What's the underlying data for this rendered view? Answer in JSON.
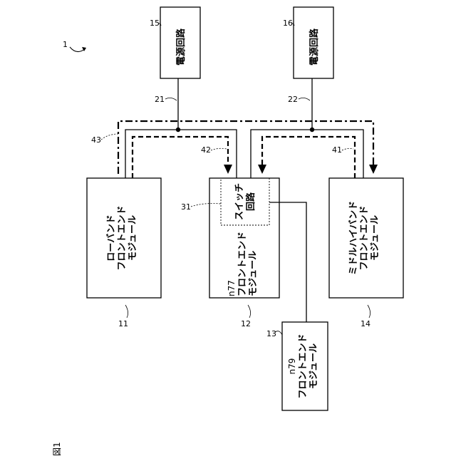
{
  "figure_label": "図1",
  "system_ref": "1",
  "power_circuits": [
    {
      "ref": "15",
      "label": "電源回路"
    },
    {
      "ref": "16",
      "label": "電源回路"
    }
  ],
  "lines": {
    "line_21": "21",
    "line_22": "22",
    "path_41": "41",
    "path_42": "42",
    "path_43": "43"
  },
  "modules": {
    "low_band": {
      "ref": "11",
      "lines": [
        "ローバンド",
        "フロントエンド",
        "モジュール"
      ]
    },
    "n77": {
      "ref": "12",
      "lines": [
        "n77",
        "フロントエンド",
        "モジュール"
      ]
    },
    "n79": {
      "ref": "13",
      "lines": [
        "n79",
        "フロントエンド",
        "モジュール"
      ]
    },
    "mid_high_band": {
      "ref": "14",
      "lines": [
        "ミドルハイバンド",
        "フロントエンド",
        "モジュール"
      ]
    }
  },
  "switch_circuit": {
    "ref": "31",
    "lines": [
      "スイッチ",
      "回路"
    ]
  }
}
